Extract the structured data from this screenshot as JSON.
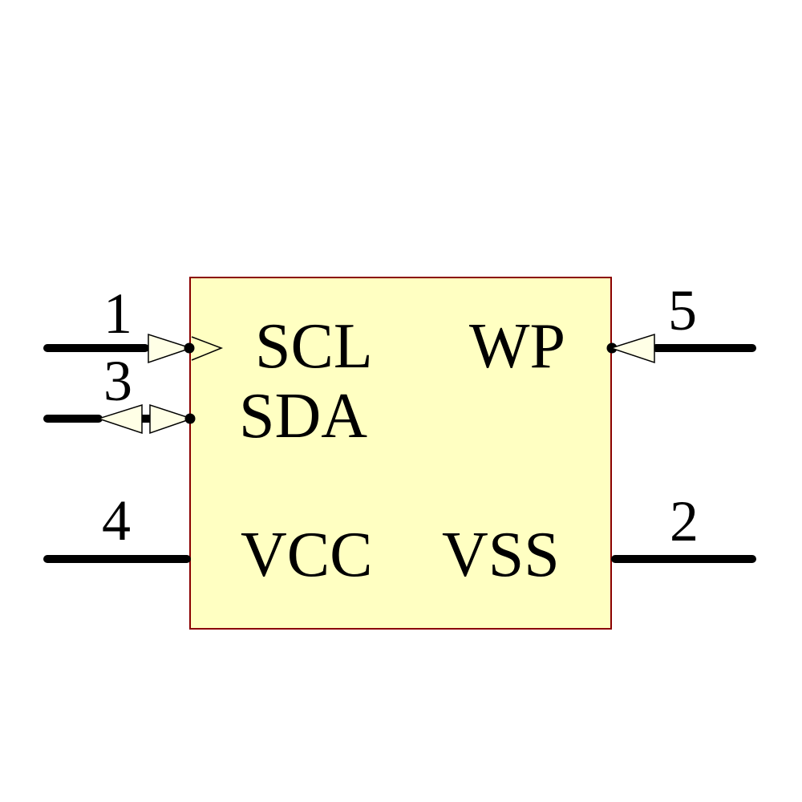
{
  "component": {
    "kind": "schematic-symbol",
    "colors": {
      "body_fill": "#FFFFC2",
      "body_border": "#8B0000",
      "arrow_fill": "#FFFFE6",
      "wire": "#000000",
      "text": "#000000",
      "background": "#FFFFFF"
    },
    "pins": [
      {
        "number": "1",
        "label": "SCL",
        "side": "left",
        "arrow": "input-into-body"
      },
      {
        "number": "3",
        "label": "SDA",
        "side": "left",
        "arrow": "bidirectional"
      },
      {
        "number": "4",
        "label": "VCC",
        "side": "left",
        "arrow": "none"
      },
      {
        "number": "5",
        "label": "WP",
        "side": "right",
        "arrow": "input-into-body"
      },
      {
        "number": "2",
        "label": "VSS",
        "side": "right",
        "arrow": "none"
      }
    ]
  }
}
